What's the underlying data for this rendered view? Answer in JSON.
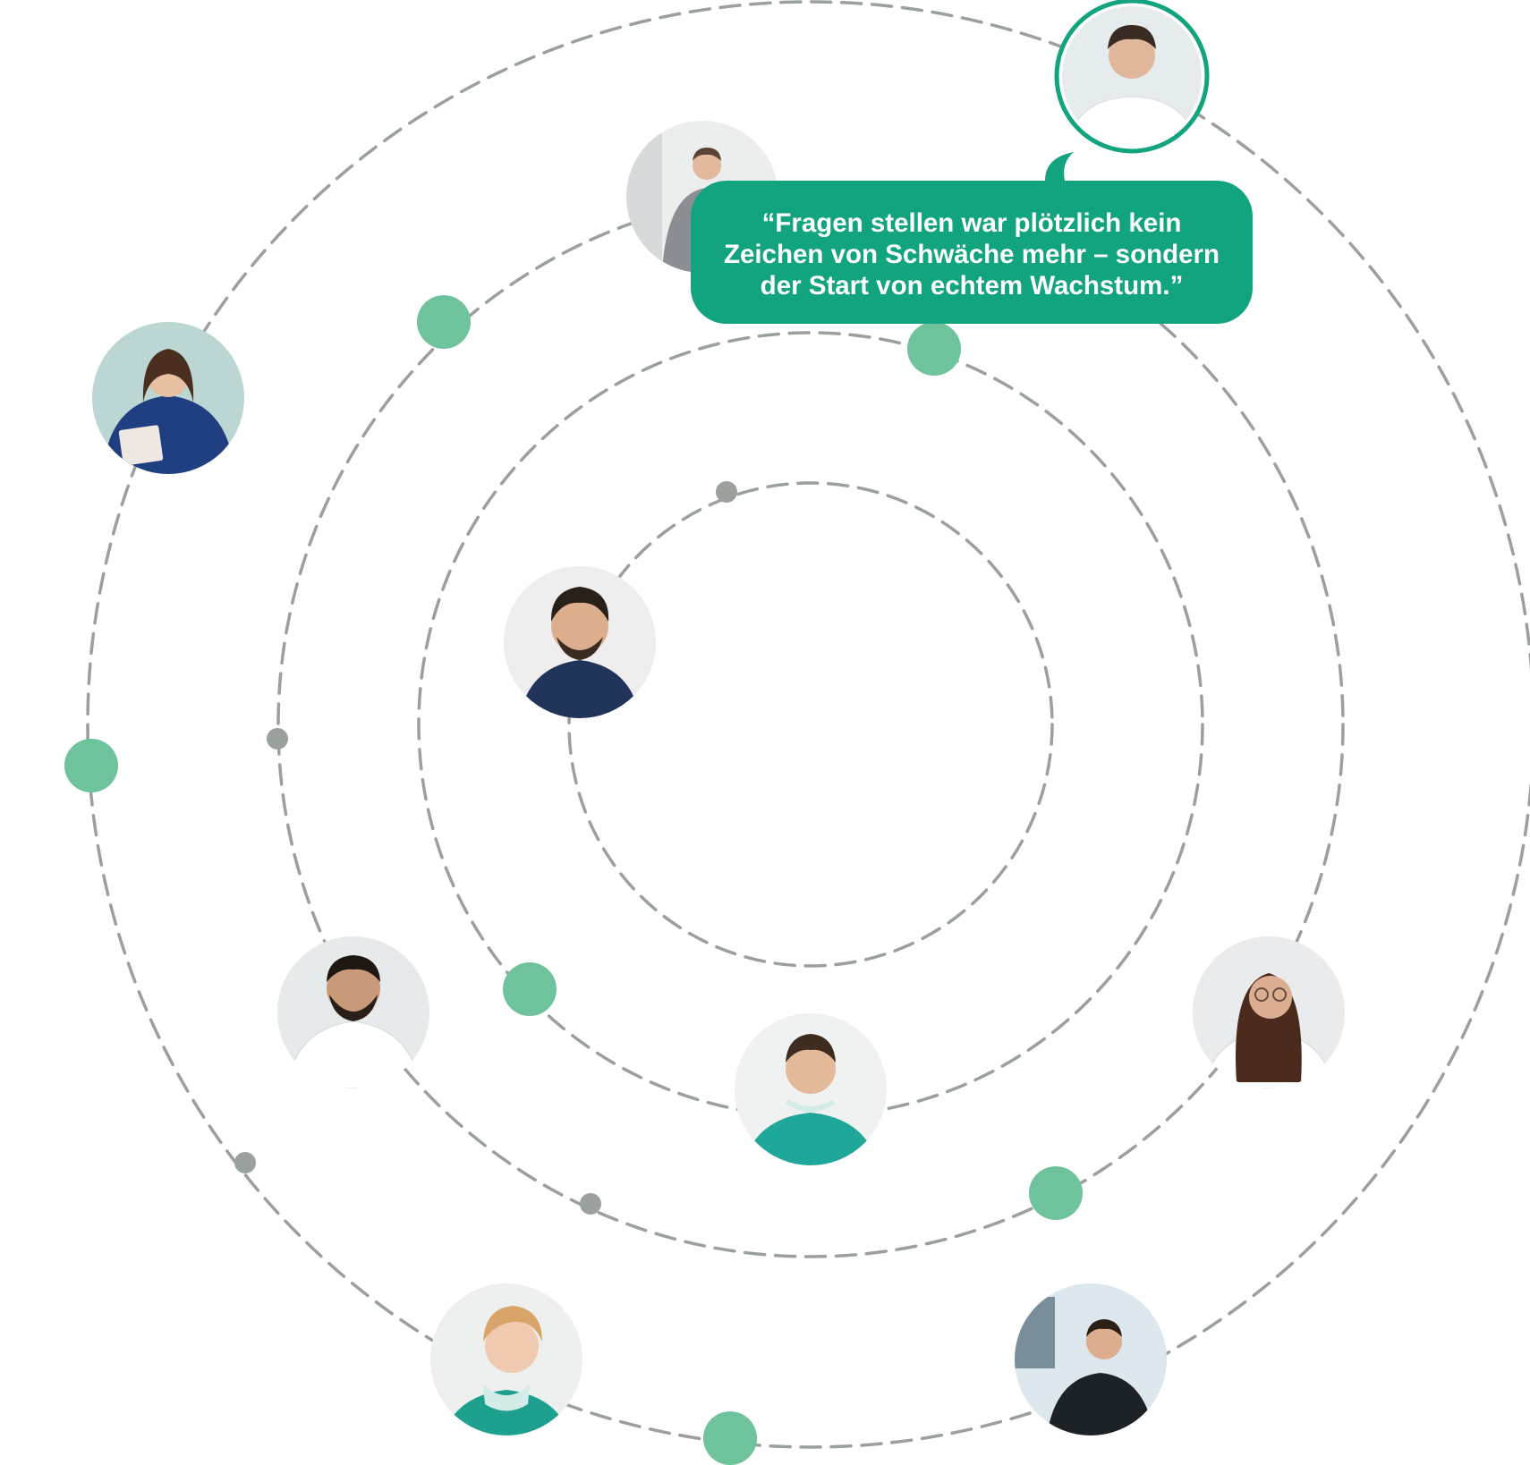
{
  "quote": {
    "lines": [
      "“Fragen stellen war plötzlich kein",
      "Zeichen von Schwäche mehr – sondern",
      "der Start von echtem Wachstum.”"
    ]
  },
  "colors": {
    "orbit_line": "#9aa09c",
    "accent_green": "#6fc39c",
    "bubble_green": "#12a37f",
    "small_dot": "#9aa09c"
  },
  "people": [
    {
      "name": "dentist-woman-white-top"
    },
    {
      "name": "young-man-clinic"
    },
    {
      "name": "woman-with-tablet"
    },
    {
      "name": "smiling-man-center"
    },
    {
      "name": "bearded-dentist"
    },
    {
      "name": "man-green-scrubs"
    },
    {
      "name": "woman-with-glasses"
    },
    {
      "name": "blonde-woman-green"
    },
    {
      "name": "dentist-black-scrubs"
    }
  ]
}
